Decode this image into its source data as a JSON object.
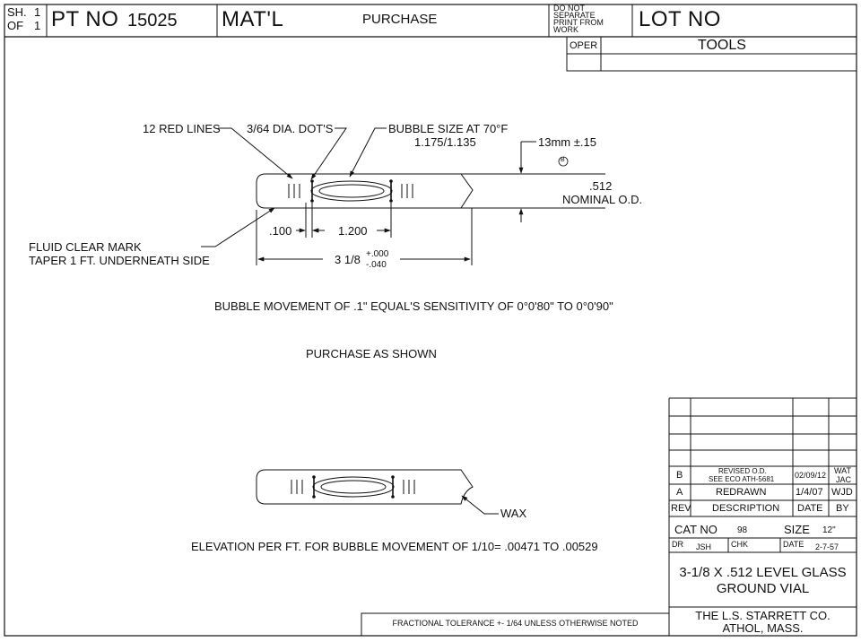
{
  "header": {
    "sheet_label": "SH.",
    "sheet_num": "1",
    "of_label": "OF",
    "of_num": "1",
    "pt_no_label": "PT NO",
    "pt_no_value": "15025",
    "matl_label": "MAT'L",
    "matl_value": "PURCHASE",
    "do_not_separate": [
      "DO NOT",
      "SEPARATE",
      "PRINT FROM",
      "WORK"
    ],
    "lot_no_label": "LOT NO",
    "oper_label": "OPER",
    "tools_label": "TOOLS"
  },
  "drawing": {
    "callouts": {
      "red_lines": "12 RED LINES",
      "dots": "3/64 DIA. DOT'S",
      "bubble_size_1": "BUBBLE SIZE AT 70°F",
      "bubble_size_2": "1.175/1.135",
      "thickness": "13mm ±.15",
      "symbol": "B",
      "od_value": ".512",
      "od_label": "NOMINAL O.D.",
      "fluid_1": "FLUID CLEAR MARK",
      "fluid_2": "TAPER 1 FT. UNDERNEATH SIDE",
      "dim_100": ".100",
      "dim_1200": "1.200",
      "dim_length": "3 1/8",
      "tol_plus": "+.000",
      "tol_minus": "-.040",
      "wax": "WAX"
    },
    "notes": {
      "sensitivity": "BUBBLE MOVEMENT OF .1\" EQUAL'S SENSITIVITY OF 0°0'80\" TO 0°0'90\"",
      "purchase": "PURCHASE AS SHOWN",
      "elevation": "ELEVATION PER FT. FOR BUBBLE MOVEMENT OF 1/10= .00471 TO .00529"
    }
  },
  "revisions": {
    "rows": [
      {
        "rev": "B",
        "desc_1": "REVISED O.D.",
        "desc_2": "SEE ECO ATH-5681",
        "date": "02/09/12",
        "by_1": "WAT",
        "by_2": "JAC"
      },
      {
        "rev": "A",
        "desc": "REDRAWN",
        "date": "1/4/07",
        "by": "WJD"
      }
    ],
    "headers": {
      "rev": "REV",
      "description": "DESCRIPTION",
      "date": "DATE",
      "by": "BY"
    }
  },
  "title_block": {
    "cat_no_label": "CAT NO",
    "cat_no_value": "98",
    "size_label": "SIZE",
    "size_value": "12\"",
    "dr_label": "DR",
    "dr_value": "JSH",
    "chk_label": "CHK",
    "date_label": "DATE",
    "date_value": "2-7-57",
    "title_1": "3-1/8 X .512 LEVEL GLASS",
    "title_2": "GROUND VIAL",
    "company_1": "THE L.S. STARRETT CO.",
    "company_2": "ATHOL, MASS.",
    "tolerance": "FRACTIONAL TOLERANCE  +- 1/64 UNLESS OTHERWISE NOTED"
  }
}
